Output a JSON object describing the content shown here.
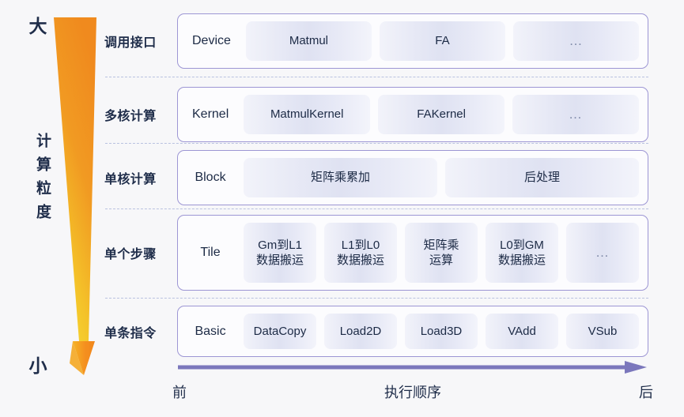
{
  "axis": {
    "top_label": "大",
    "bottom_label": "小",
    "mid_label": "计算粒度",
    "gradient_top_color": "#F08A1E",
    "gradient_bottom_color": "#F6D32D",
    "arrow_icon": "down-arrow-icon"
  },
  "rows": [
    {
      "label": "调用接口",
      "kind": "Device",
      "items": [
        "Matmul",
        "FA",
        "…"
      ]
    },
    {
      "label": "多核计算",
      "kind": "Kernel",
      "items": [
        "MatmulKernel",
        "FAKernel",
        "…"
      ]
    },
    {
      "label": "单核计算",
      "kind": "Block",
      "items": [
        "矩阵乘累加",
        "后处理"
      ]
    },
    {
      "label": "单个步骤",
      "kind": "Tile",
      "items": [
        "Gm到L1\n数据搬运",
        "L1到L0\n数据搬运",
        "矩阵乘\n运算",
        "L0到GM\n数据搬运",
        "…"
      ]
    },
    {
      "label": "单条指令",
      "kind": "Basic",
      "items": [
        "DataCopy",
        "Load2D",
        "Load3D",
        "VAdd",
        "VSub"
      ]
    }
  ],
  "execution_axis": {
    "start_label": "前",
    "mid_label": "执行顺序",
    "end_label": "后",
    "arrow_color": "#7B77BC",
    "arrow_icon": "right-arrow-icon"
  },
  "theme": {
    "background": "#F7F7F9",
    "box_border": "#9D96D4",
    "divider": "#B9C2E0",
    "text": "#1F2D4A"
  }
}
